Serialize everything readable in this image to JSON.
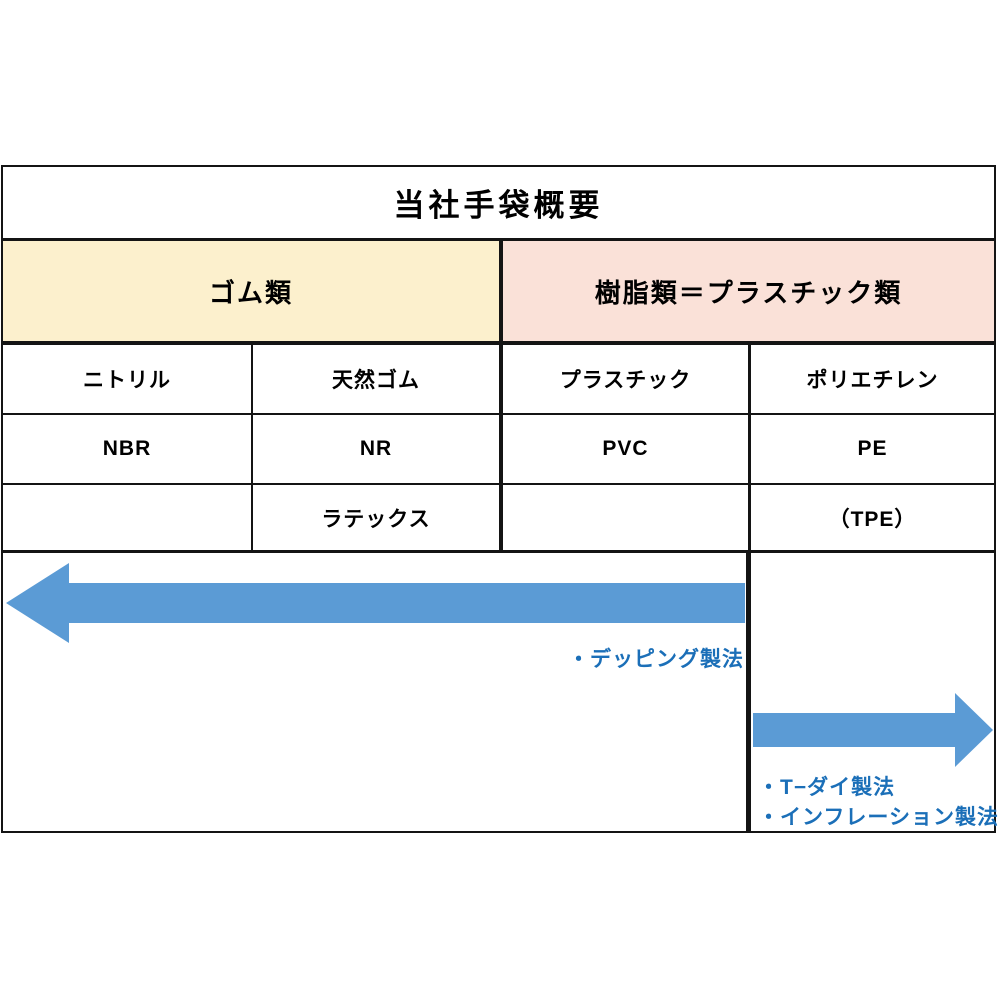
{
  "table": {
    "title": "当社手袋概要",
    "groups": [
      {
        "label": "ゴム類"
      },
      {
        "label": "樹脂類＝プラスチック類"
      }
    ],
    "rows": {
      "names": [
        "ニトリル",
        "天然ゴム",
        "プラスチック",
        "ポリエチレン"
      ],
      "codes": [
        "NBR",
        "NR",
        "PVC",
        "PE"
      ],
      "extras": [
        "",
        "ラテックス",
        "",
        "（TPE）"
      ]
    },
    "processes": {
      "dipping": "・デッピング製法",
      "tdie": "・T−ダイ製法",
      "inflation": "・インフレーション製法"
    },
    "colors": {
      "rubber_bg": "#FCF0CD",
      "plastic_bg": "#FAE1D8",
      "arrow_fill": "#5B9BD5",
      "process_text": "#1B6FB8",
      "border": "#141414"
    }
  }
}
